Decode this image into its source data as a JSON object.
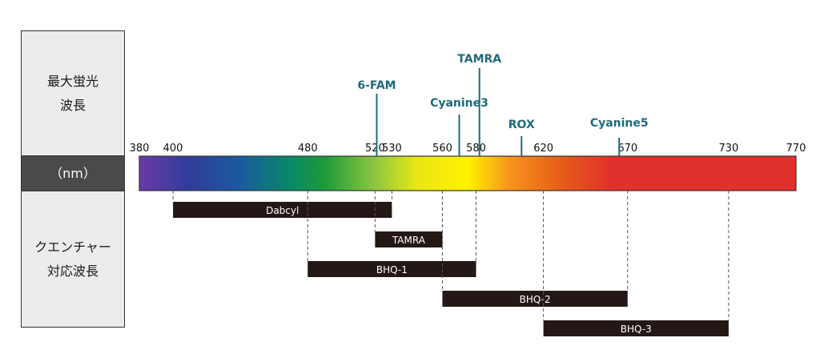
{
  "side_labels": {
    "top_line1": "最大蛍光",
    "top_line2": "波長",
    "unit": "（nm）",
    "bottom_line1": "クエンチャー",
    "bottom_line2": "対応波長"
  },
  "axis": {
    "ticks": [
      380,
      400,
      480,
      520,
      530,
      560,
      580,
      620,
      670,
      730,
      770
    ],
    "range": [
      380,
      770
    ]
  },
  "spectrum_stops": [
    {
      "nm": 380,
      "color": "#6a3aa6"
    },
    {
      "nm": 410,
      "color": "#2f3d9a"
    },
    {
      "nm": 440,
      "color": "#1b5a9e"
    },
    {
      "nm": 470,
      "color": "#088a66"
    },
    {
      "nm": 490,
      "color": "#1e9a3a"
    },
    {
      "nm": 520,
      "color": "#8ec63f"
    },
    {
      "nm": 545,
      "color": "#e9e616"
    },
    {
      "nm": 575,
      "color": "#fff200"
    },
    {
      "nm": 600,
      "color": "#f7941d"
    },
    {
      "nm": 630,
      "color": "#e55e19"
    },
    {
      "nm": 660,
      "color": "#e0312d"
    },
    {
      "nm": 770,
      "color": "#e0312d"
    }
  ],
  "dyes": [
    {
      "name": "6-FAM",
      "nm": 521
    },
    {
      "name": "TAMRA",
      "nm": 582
    },
    {
      "name": "Cyanine3",
      "nm": 570
    },
    {
      "name": "ROX",
      "nm": 607
    },
    {
      "name": "Cyanine5",
      "nm": 665
    }
  ],
  "quenchers": [
    {
      "name": "Dabcyl",
      "start": 400,
      "end": 530
    },
    {
      "name": "TAMRA",
      "start": 520,
      "end": 560
    },
    {
      "name": "BHQ-1",
      "start": 480,
      "end": 580
    },
    {
      "name": "BHQ-2",
      "start": 560,
      "end": 670
    },
    {
      "name": "BHQ-3",
      "start": 620,
      "end": 730
    }
  ],
  "colors": {
    "dye_label": "#1f6a7c",
    "quencher_bar": "#231815",
    "guide_line": "#555555"
  }
}
